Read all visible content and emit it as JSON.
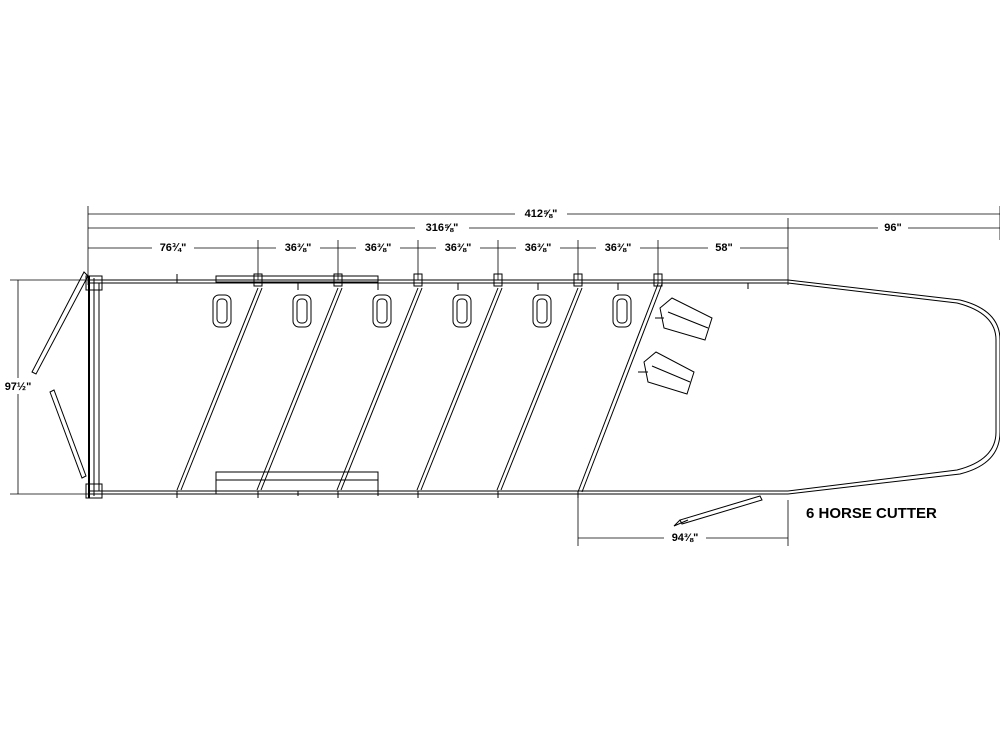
{
  "title": "6 HORSE CUTTER",
  "dimensions": {
    "overall": "412⅝\"",
    "body_length": "316⅝\"",
    "gooseneck": "96\"",
    "rear_stall": "76¾\"",
    "stall_2": "36⅜\"",
    "stall_3": "36⅜\"",
    "stall_4": "36⅜\"",
    "stall_5": "36⅜\"",
    "stall_6": "36⅜\"",
    "front": "58\"",
    "width": "97½\"",
    "side_door": "94⅜\""
  }
}
